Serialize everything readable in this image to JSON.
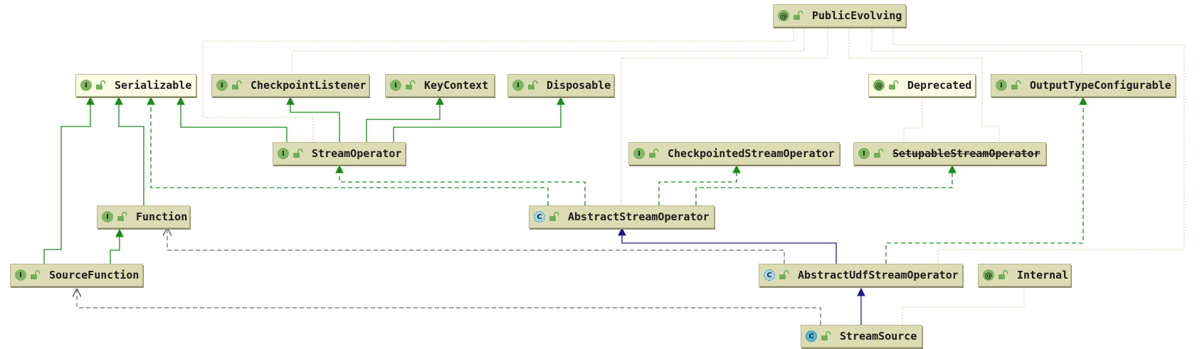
{
  "diagram": {
    "nodes": {
      "public_evolving": {
        "name": "PublicEvolving",
        "kind": "annotation",
        "kind_glyph": "@"
      },
      "serializable": {
        "name": "Serializable",
        "kind": "interface",
        "kind_glyph": "I"
      },
      "checkpoint_listener": {
        "name": "CheckpointListener",
        "kind": "interface",
        "kind_glyph": "I"
      },
      "key_context": {
        "name": "KeyContext",
        "kind": "interface",
        "kind_glyph": "I"
      },
      "disposable": {
        "name": "Disposable",
        "kind": "interface",
        "kind_glyph": "I"
      },
      "deprecated": {
        "name": "Deprecated",
        "kind": "annotation",
        "kind_glyph": "@"
      },
      "output_type_configurable": {
        "name": "OutputTypeConfigurable",
        "kind": "interface",
        "kind_glyph": "I"
      },
      "stream_operator": {
        "name": "StreamOperator",
        "kind": "interface",
        "kind_glyph": "I"
      },
      "checkpointed_stream_operator": {
        "name": "CheckpointedStreamOperator",
        "kind": "interface",
        "kind_glyph": "I"
      },
      "setupable_stream_operator": {
        "name": "SetupableStreamOperator",
        "kind": "interface",
        "kind_glyph": "I",
        "deprecated": true
      },
      "function": {
        "name": "Function",
        "kind": "interface",
        "kind_glyph": "I"
      },
      "abstract_stream_operator": {
        "name": "AbstractStreamOperator",
        "kind": "abstract-class",
        "kind_glyph": "C"
      },
      "source_function": {
        "name": "SourceFunction",
        "kind": "interface",
        "kind_glyph": "I"
      },
      "abstract_udf_stream_operator": {
        "name": "AbstractUdfStreamOperator",
        "kind": "abstract-class",
        "kind_glyph": "C"
      },
      "internal": {
        "name": "Internal",
        "kind": "annotation",
        "kind_glyph": "@"
      },
      "stream_source": {
        "name": "StreamSource",
        "kind": "class",
        "kind_glyph": "C"
      }
    },
    "colors": {
      "node_fill": "#dcdcb4",
      "external_node_fill": "#fbfbe4",
      "interface_extends": "#1a8a1a",
      "class_extends": "#1a1a8c",
      "annotation_link": "#c9b98a",
      "dependency": "#666666"
    }
  }
}
